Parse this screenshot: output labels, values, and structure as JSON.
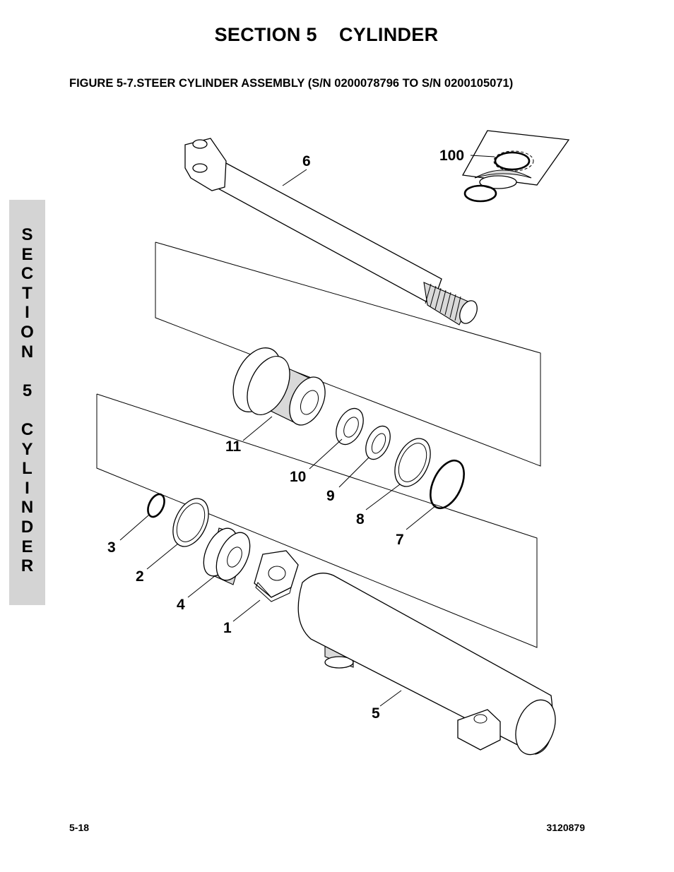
{
  "header": {
    "section_title": "SECTION 5    CYLINDER",
    "figure_title": "FIGURE 5-7.STEER CYLINDER ASSEMBLY (S/N 0200078796 TO S/N 0200105071)"
  },
  "side_tab": {
    "text": "SECTION 5 CYLINDER",
    "lines": [
      "S",
      "E",
      "C",
      "T",
      "I",
      "O",
      "N",
      "",
      "5",
      "",
      "C",
      "Y",
      "L",
      "I",
      "N",
      "D",
      "E",
      "R"
    ]
  },
  "callouts": {
    "c1": "1",
    "c2": "2",
    "c3": "3",
    "c4": "4",
    "c5": "5",
    "c6": "6",
    "c7": "7",
    "c8": "8",
    "c9": "9",
    "c10": "10",
    "c11": "11",
    "c100": "100"
  },
  "footer": {
    "page_number": "5-18",
    "doc_number": "3120879"
  }
}
